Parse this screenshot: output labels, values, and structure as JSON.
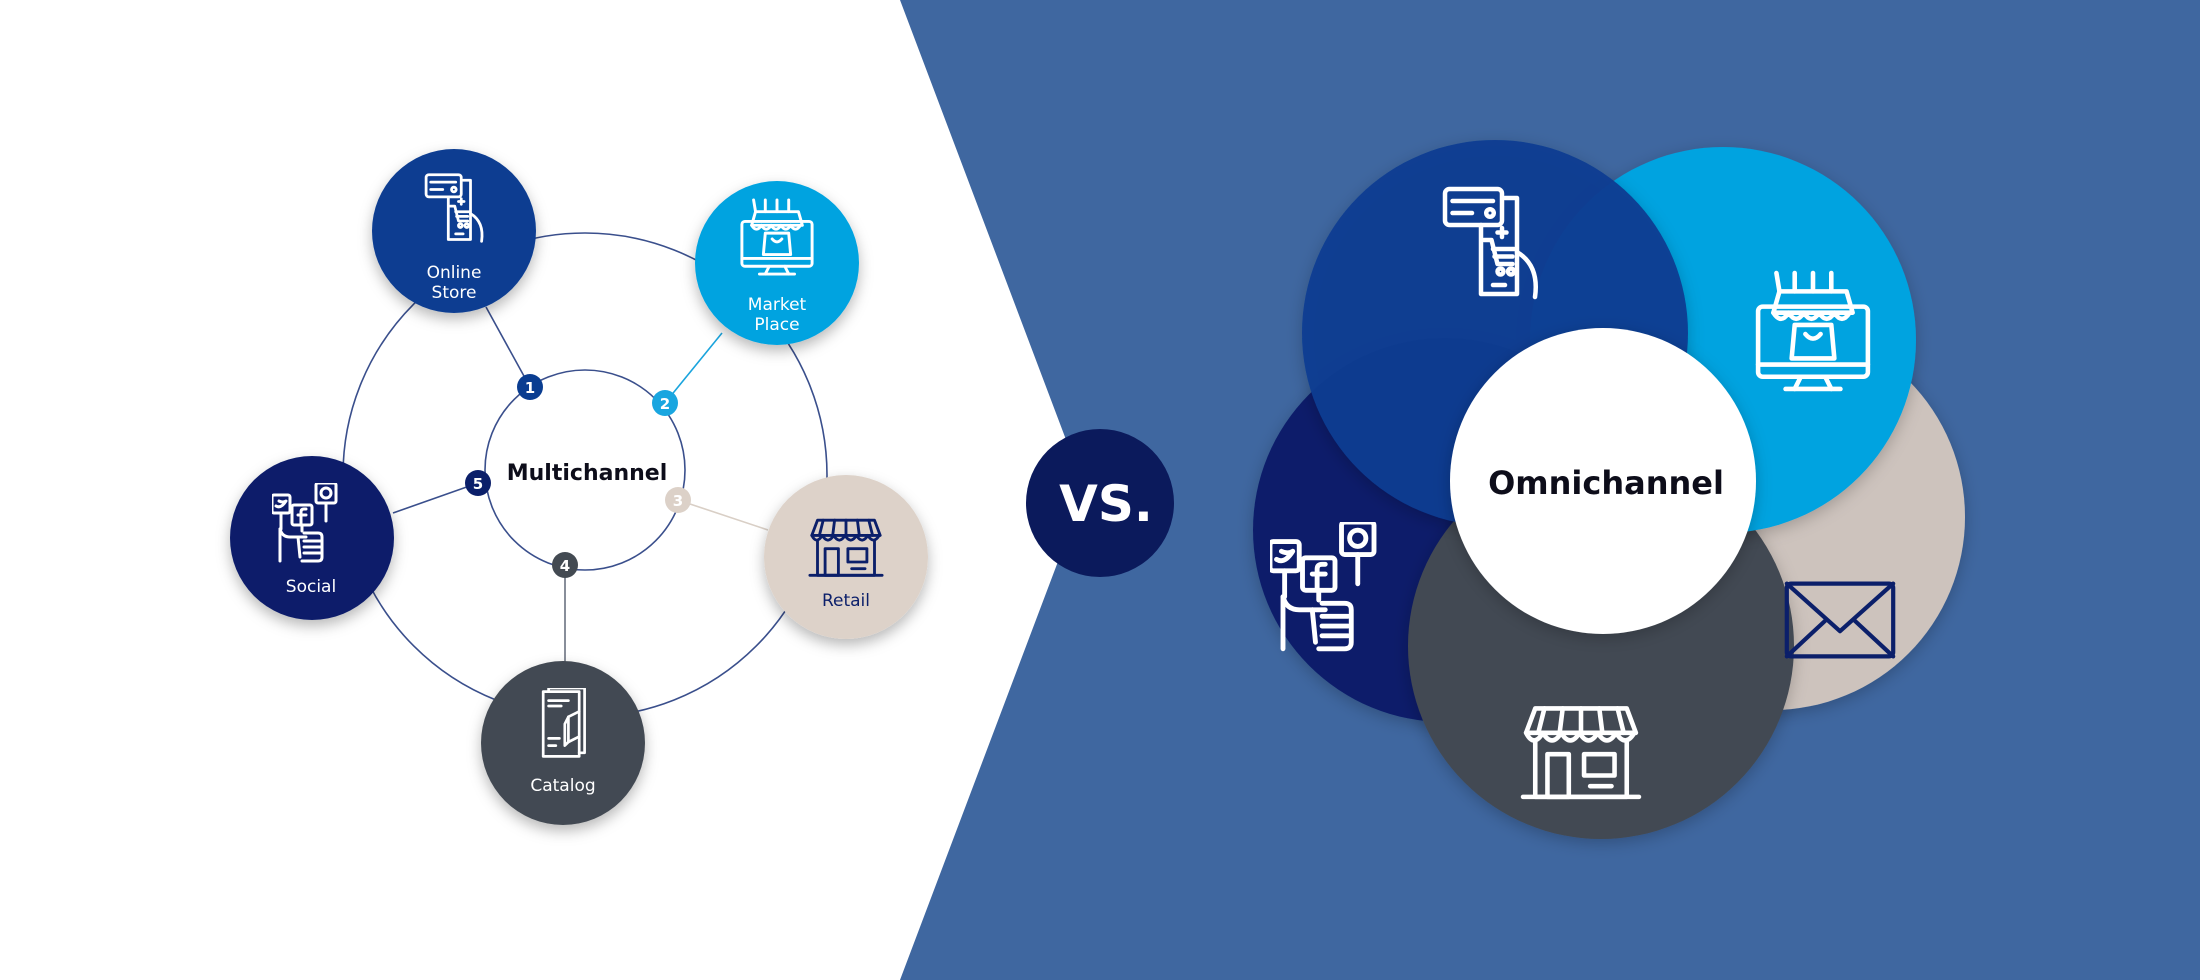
{
  "multichannel": {
    "center_label": "Multichannel",
    "channels": [
      {
        "label_lines": [
          "Online",
          "Store"
        ],
        "number": "1",
        "icon": "mobile-shopping-icon",
        "color": "#0a3d91"
      },
      {
        "label_lines": [
          "Market",
          "Place"
        ],
        "number": "2",
        "icon": "online-shop-monitor-icon",
        "color": "#00a3e0"
      },
      {
        "label_lines": [
          "Retail"
        ],
        "number": "3",
        "icon": "storefront-icon",
        "color": "#ddd2c9"
      },
      {
        "label_lines": [
          "Catalog"
        ],
        "number": "4",
        "icon": "catalog-icon",
        "color": "#434a52"
      },
      {
        "label_lines": [
          "Social"
        ],
        "number": "5",
        "icon": "social-media-icon",
        "color": "#0b1f6a"
      }
    ]
  },
  "versus_label": "VS.",
  "omnichannel": {
    "center_label": "Omnichannel",
    "icons": [
      "mobile-shopping-icon",
      "online-shop-monitor-icon",
      "envelope-icon",
      "storefront-icon",
      "social-media-icon"
    ]
  },
  "colors": {
    "right_background": "#3f67a0",
    "navy": "#0b1f6a",
    "blue": "#0a3d91",
    "cyan": "#00a3e0",
    "beige": "#ddd2c9",
    "slate": "#434a52",
    "vs_circle": "#0b1a5c"
  }
}
